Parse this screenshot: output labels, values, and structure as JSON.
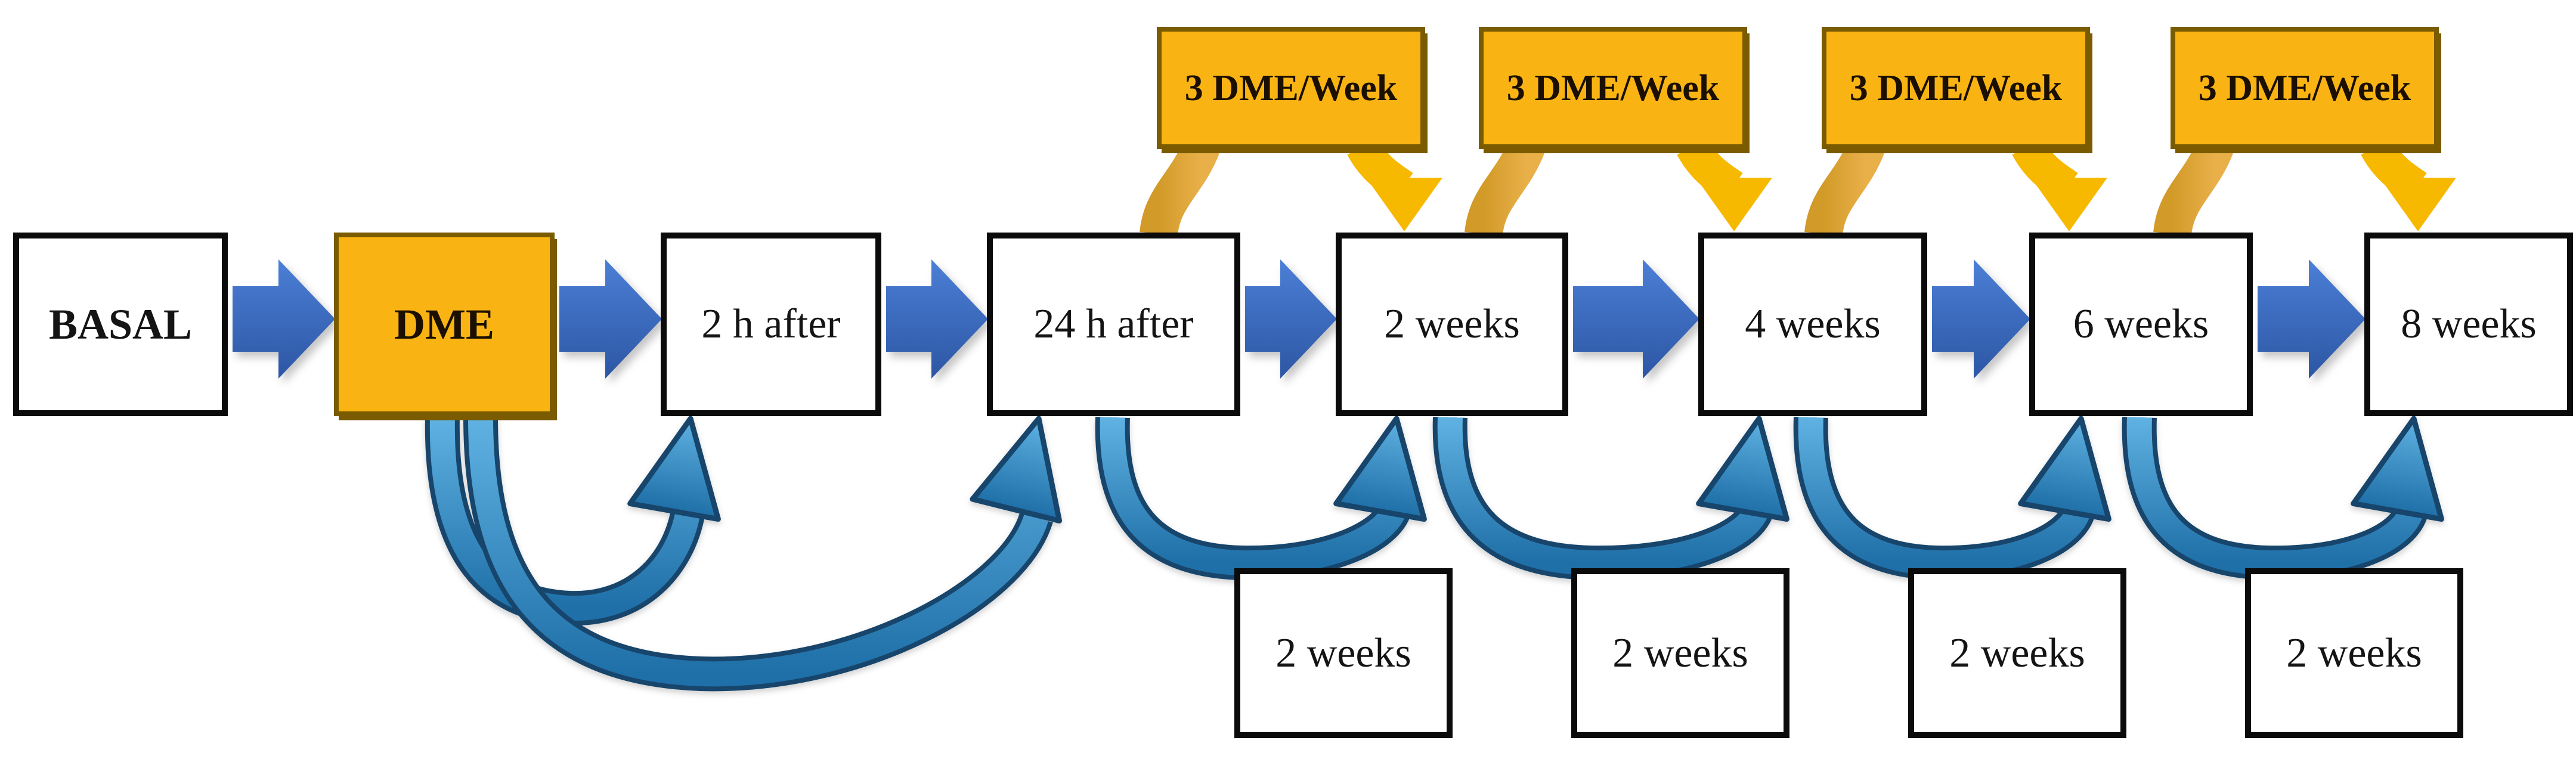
{
  "timeline": [
    {
      "label": "BASAL",
      "emphasis": "bold",
      "fill": "white"
    },
    {
      "label": "DME",
      "emphasis": "bold",
      "fill": "gold"
    },
    {
      "label": "2 h after",
      "emphasis": "normal",
      "fill": "white"
    },
    {
      "label": "24 h after",
      "emphasis": "normal",
      "fill": "white"
    },
    {
      "label": "2 weeks",
      "emphasis": "normal",
      "fill": "white"
    },
    {
      "label": "4 weeks",
      "emphasis": "normal",
      "fill": "white"
    },
    {
      "label": "6 weeks",
      "emphasis": "normal",
      "fill": "white"
    },
    {
      "label": "8 weeks",
      "emphasis": "normal",
      "fill": "white"
    }
  ],
  "dose_boxes": [
    {
      "label": "3 DME/Week"
    },
    {
      "label": "3 DME/Week"
    },
    {
      "label": "3 DME/Week"
    },
    {
      "label": "3 DME/Week"
    }
  ],
  "interval_boxes": [
    {
      "label": "2 weeks"
    },
    {
      "label": "2 weeks"
    },
    {
      "label": "2 weeks"
    },
    {
      "label": "2 weeks"
    }
  ],
  "edges": {
    "sequence_arrows": [
      [
        "BASAL",
        "DME"
      ],
      [
        "DME",
        "2 h after"
      ],
      [
        "2 h after",
        "24 h after"
      ],
      [
        "24 h after",
        "2 weeks"
      ],
      [
        "2 weeks",
        "4 weeks"
      ],
      [
        "4 weeks",
        "6 weeks"
      ],
      [
        "6 weeks",
        "8 weeks"
      ]
    ],
    "curved_return_arrows": [
      [
        "DME",
        "2 h after"
      ],
      [
        "DME",
        "24 h after"
      ],
      [
        "24 h after",
        "2 weeks"
      ],
      [
        "2 weeks",
        "4 weeks"
      ],
      [
        "4 weeks",
        "6 weeks"
      ],
      [
        "6 weeks",
        "8 weeks"
      ]
    ],
    "dose_arrows": [
      {
        "from": "3 DME/Week",
        "left_target": "24 h after",
        "right_target": "2 weeks"
      },
      {
        "from": "3 DME/Week",
        "left_target": "2 weeks",
        "right_target": "4 weeks"
      },
      {
        "from": "3 DME/Week",
        "left_target": "4 weeks",
        "right_target": "6 weeks"
      },
      {
        "from": "3 DME/Week",
        "left_target": "6 weeks",
        "right_target": "8 weeks"
      }
    ]
  },
  "colors": {
    "gold_fill": "#F9B414",
    "gold_border": "#7A5B00",
    "gold_arrow": "#F7B800",
    "gold_band": "#DAA33A",
    "blue_arrow": "#3D6FCB",
    "curve_fill": "#2F8DC9",
    "curve_outline": "#17456B",
    "box_border": "#0B0B0B",
    "background": "#FFFFFF",
    "text": "#141414"
  }
}
